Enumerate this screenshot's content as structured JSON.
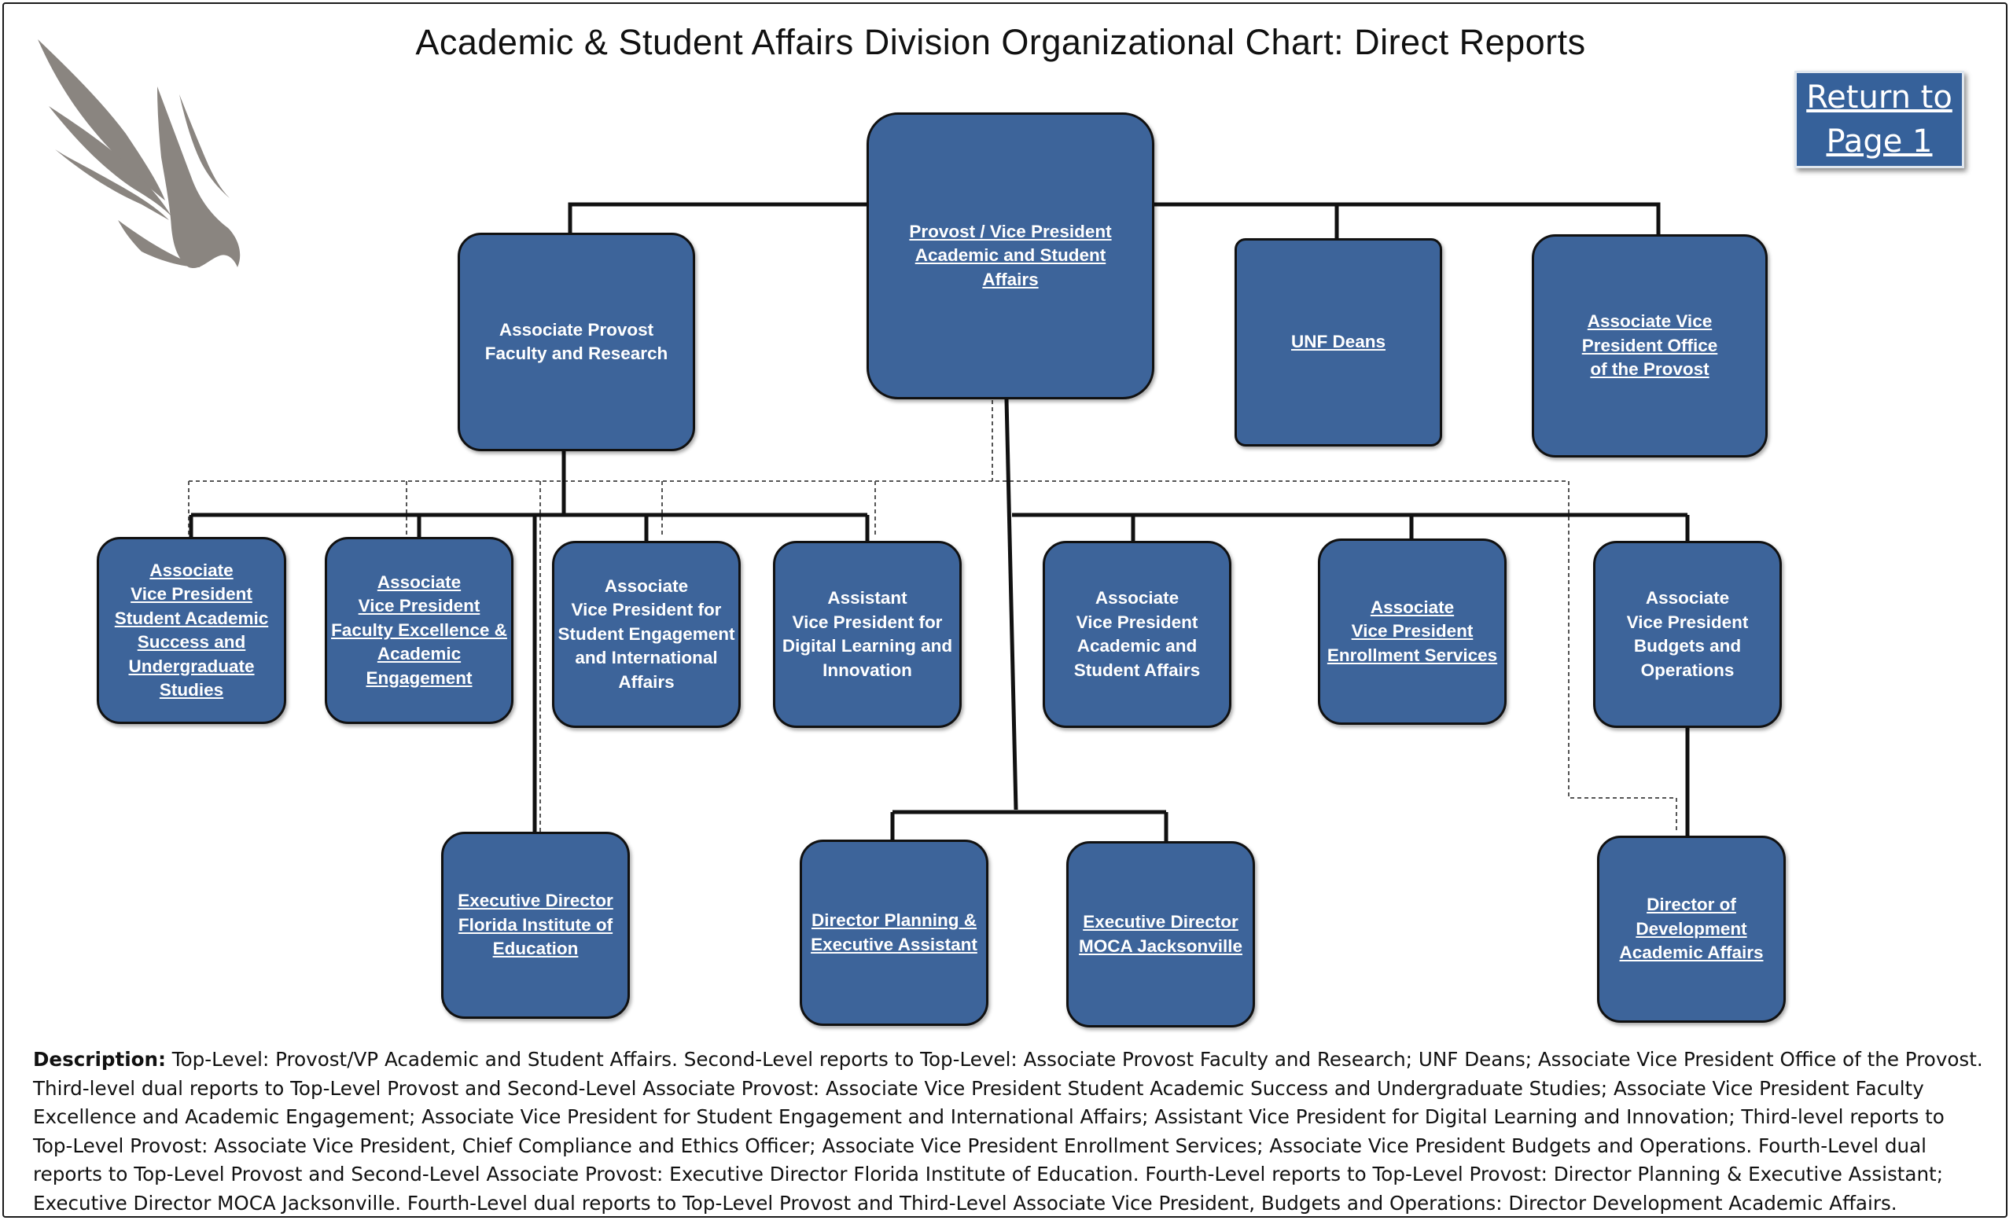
{
  "title": "Academic & Student Affairs Division Organizational Chart: Direct Reports",
  "logo": {
    "icon": "osprey-logo-icon",
    "color": "#8a8580"
  },
  "return_button": {
    "label": "Return to\nPage 1"
  },
  "colors": {
    "box_fill": "#3d649a",
    "box_border": "#111111",
    "line": "#111111",
    "dashed_line": "#555555"
  },
  "nodes": {
    "provost": "Provost / Vice President\nAcademic and Student\nAffairs",
    "assoc_provost": "Associate Provost\nFaculty and Research",
    "unf_deans": "UNF Deans",
    "avp_office_provost": "Associate Vice\nPresident Office\nof the Provost",
    "avp_student_success": "Associate\nVice President\nStudent Academic\nSuccess and\nUndergraduate\nStudies",
    "avp_faculty_excellence": "Associate\nVice President\nFaculty Excellence &\nAcademic\nEngagement",
    "avp_student_engagement": "Associate\nVice President for\nStudent Engagement\nand International\nAffairs",
    "asst_vp_digital": "Assistant\nVice President for\nDigital Learning and\nInnovation",
    "avp_academic_student": "Associate\nVice President\nAcademic and\nStudent Affairs",
    "avp_enrollment": "Associate\nVice President\nEnrollment Services",
    "avp_budgets": "Associate\nVice President\nBudgets and\nOperations",
    "exec_dir_fie": "Executive Director\nFlorida Institute of\nEducation",
    "dir_planning": "Director Planning &\nExecutive Assistant",
    "exec_dir_moca": "Executive  Director\nMOCA Jacksonville",
    "dir_development": "Director of\nDevelopment\nAcademic Affairs"
  },
  "description": {
    "label": "Description:",
    "text": " Top-Level: Provost/VP Academic and Student Affairs. Second-Level reports to Top-Level: Associate Provost Faculty and Research; UNF Deans; Associate Vice President Office of the Provost. Third-level dual reports to Top-Level Provost and Second-Level Associate Provost: Associate Vice President Student Academic Success and Undergraduate Studies; Associate Vice President Faculty Excellence and Academic Engagement; Associate Vice President for Student Engagement and International Affairs; Assistant Vice President for Digital Learning and Innovation; Third-level reports to Top-Level Provost: Associate Vice President, Chief Compliance and Ethics Officer; Associate Vice President Enrollment Services; Associate Vice President Budgets and Operations. Fourth-Level dual reports to Top-Level Provost and Second-Level Associate Provost: Executive Director Florida Institute of Education. Fourth-Level reports to Top-Level Provost:  Director Planning & Executive Assistant; Executive Director MOCA Jacksonville. Fourth-Level dual reports to Top-Level Provost and Third-Level Associate Vice President, Budgets and Operations:  Director Development Academic Affairs."
  }
}
